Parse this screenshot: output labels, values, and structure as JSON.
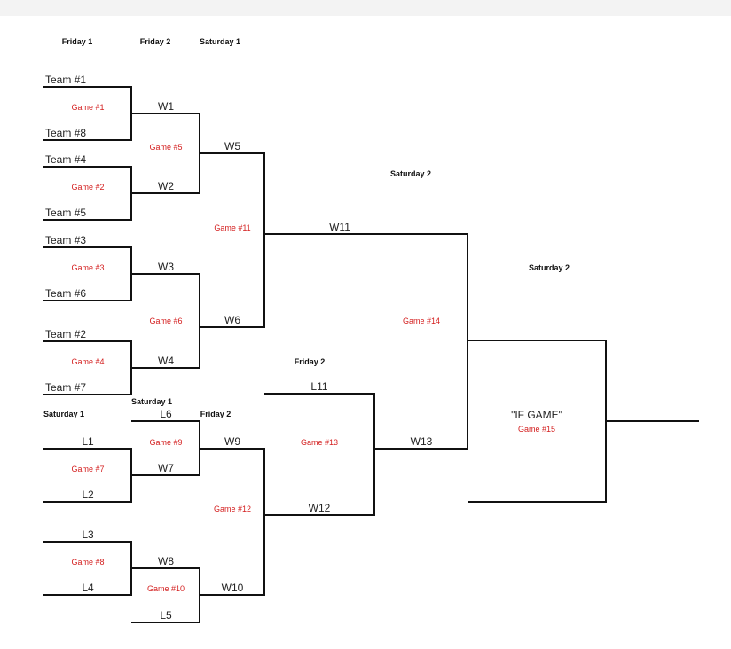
{
  "headers": {
    "friday1": "Friday 1",
    "friday2_top": "Friday 2",
    "saturday1_top": "Saturday 1",
    "saturday2_top": "Saturday 2",
    "saturday2_final": "Saturday 2",
    "friday2_mid": "Friday 2",
    "saturday1_losers": "Saturday 1",
    "saturday1_l6": "Saturday 1",
    "friday2_losers": "Friday 2"
  },
  "teams": [
    "Team #1",
    "Team #8",
    "Team #4",
    "Team #5",
    "Team #3",
    "Team #6",
    "Team #2",
    "Team #7"
  ],
  "slots": {
    "W1": "W1",
    "W2": "W2",
    "W3": "W3",
    "W4": "W4",
    "W5": "W5",
    "W6": "W6",
    "W11": "W11",
    "L1": "L1",
    "L2": "L2",
    "L3": "L3",
    "L4": "L4",
    "L5": "L5",
    "L6": "L6",
    "W7": "W7",
    "W8": "W8",
    "W9": "W9",
    "W10": "W10",
    "W12": "W12",
    "L11": "L11",
    "W13": "W13"
  },
  "games": {
    "g1": "Game #1",
    "g2": "Game #2",
    "g3": "Game #3",
    "g4": "Game #4",
    "g5": "Game #5",
    "g6": "Game #6",
    "g7": "Game #7",
    "g8": "Game #8",
    "g9": "Game #9",
    "g10": "Game #10",
    "g11": "Game #11",
    "g12": "Game #12",
    "g13": "Game #13",
    "g14": "Game #14",
    "g15": "Game #15"
  },
  "if_game": "\"IF GAME\"",
  "colors": {
    "game_label": "#d42020",
    "line": "#111111"
  }
}
